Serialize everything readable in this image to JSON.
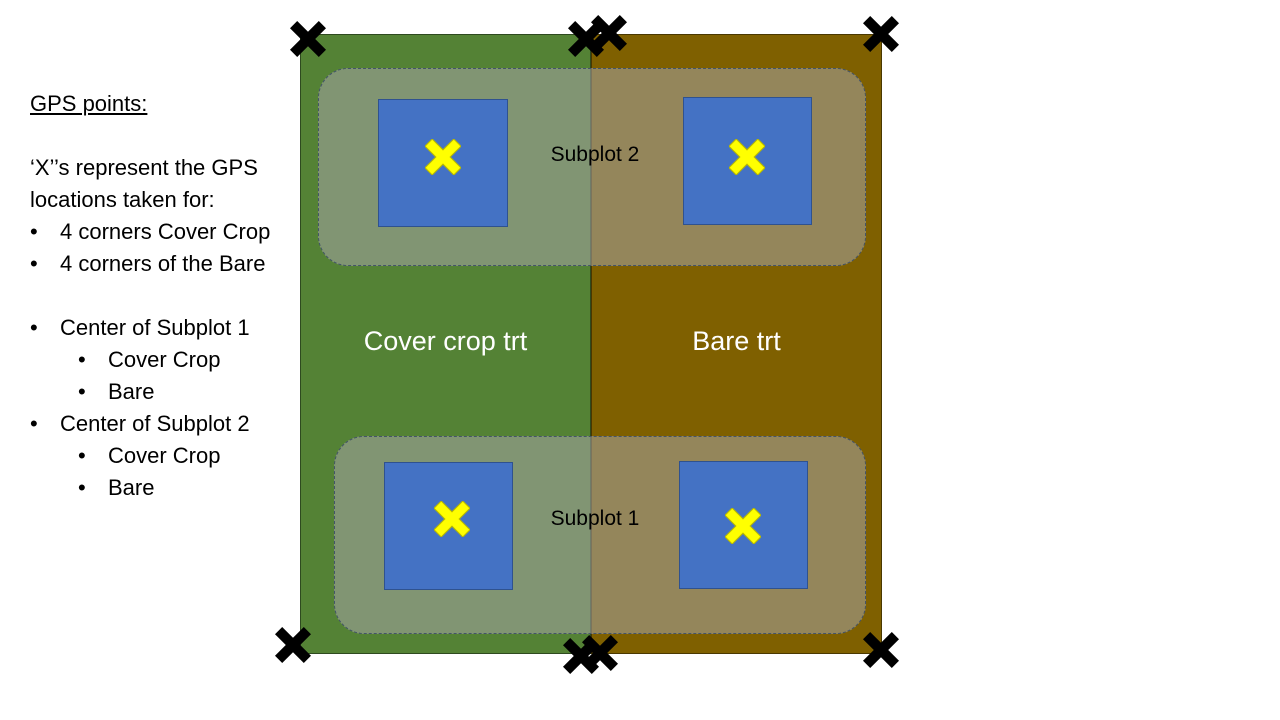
{
  "legend": {
    "title": "GPS points:",
    "intro": "‘X’’s represent the GPS locations taken for:",
    "items": [
      "4 corners Cover Crop",
      "4 corners of the Bare",
      "Center of Subplot 1",
      "Cover Crop",
      "Bare",
      "Center of Subplot 2",
      "Cover Crop",
      "Bare"
    ]
  },
  "field": {
    "cover_label": "Cover crop trt",
    "bare_label": "Bare trt",
    "subplot_top_label": "Subplot 2",
    "subplot_bottom_label": "Subplot 1"
  },
  "colors": {
    "cover": "#548235",
    "bare": "#7f6000",
    "square": "#4472c4",
    "center_mark": "#ffff00",
    "corner_mark": "#000000"
  },
  "icons": {
    "corner": "x-mark-icon",
    "center": "x-mark-icon"
  }
}
